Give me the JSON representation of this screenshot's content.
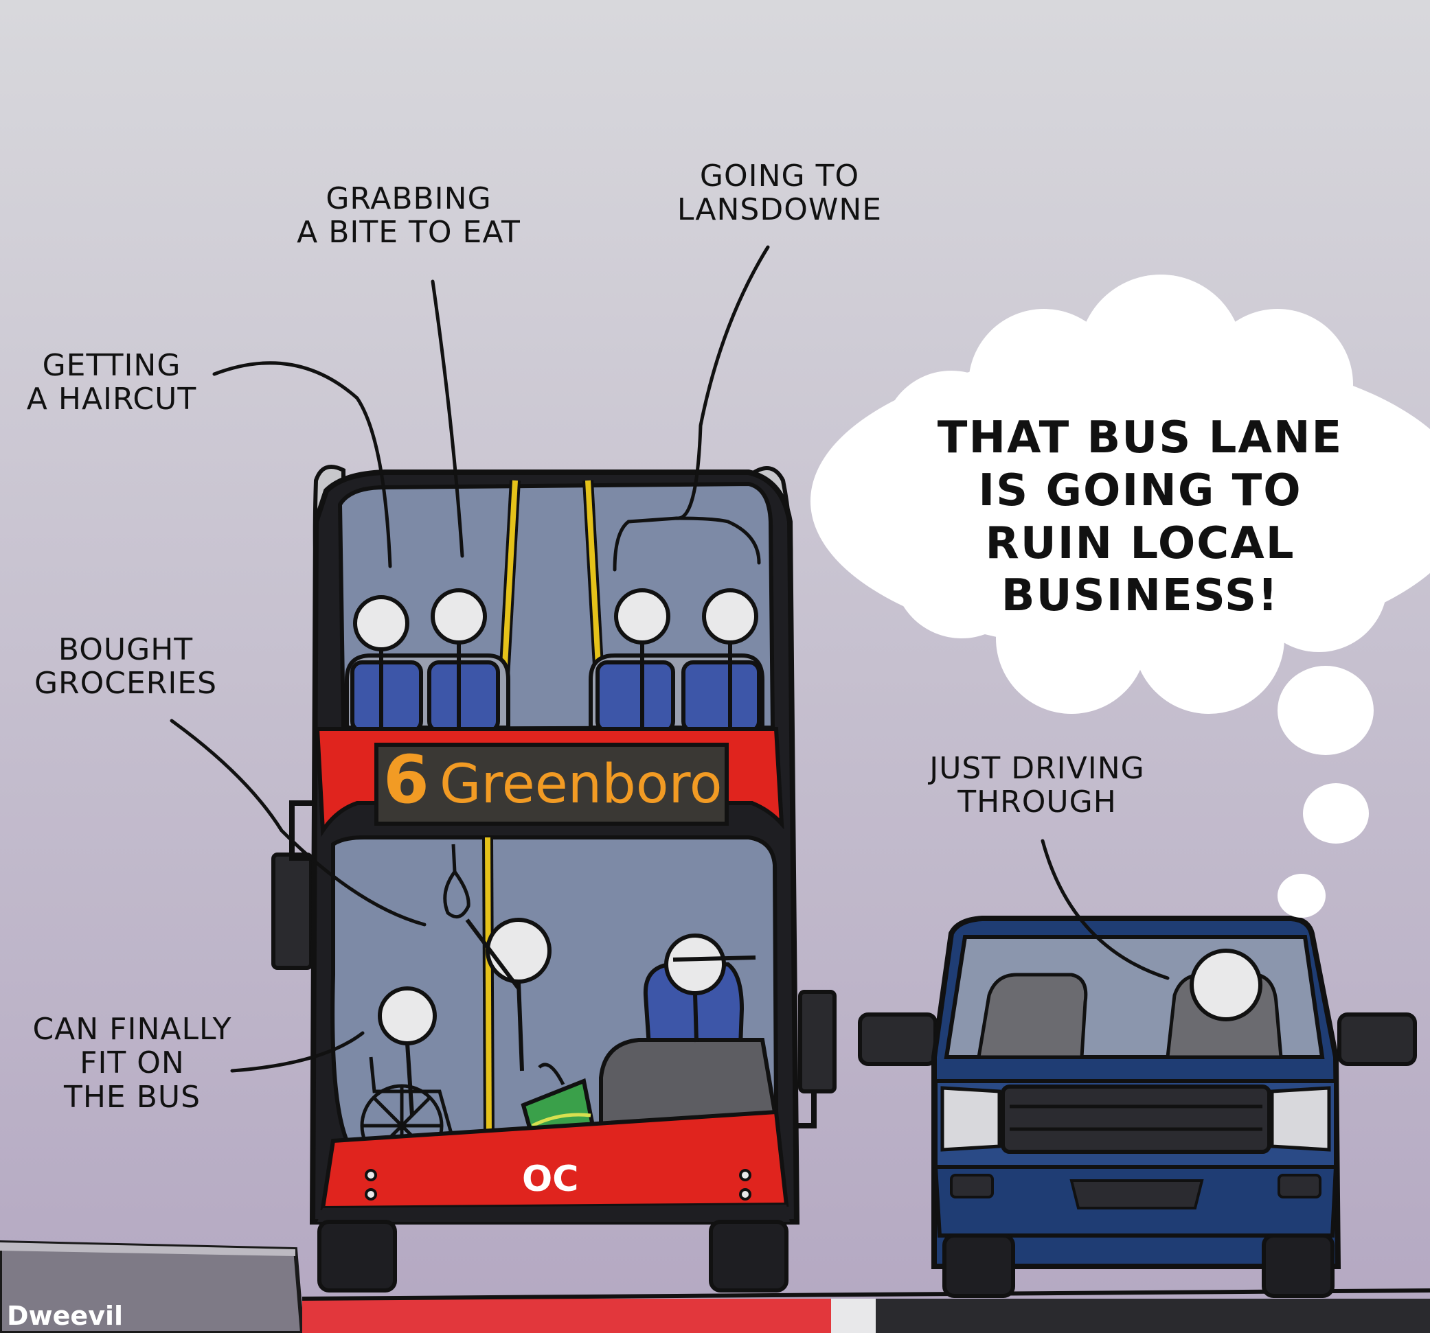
{
  "annotations": {
    "haircut": "GETTING\nA HAIRCUT",
    "bite": "GRABBING\nA BITE TO EAT",
    "lansdowne": "GOING TO\nLANSDOWNE",
    "groceries": "BOUGHT\nGROCERIES",
    "fit": "CAN FINALLY\nFIT ON\nTHE BUS",
    "driving": "JUST DRIVING\nTHROUGH"
  },
  "thought_bubble": "THAT BUS LANE\nIS GOING TO\nRUIN LOCAL\nBUSINESS!",
  "bus_sign": {
    "route": "6",
    "destination": "Greenboro"
  },
  "bus_logo": "OC",
  "signature": "Dweevil",
  "colors": {
    "sky_top": "#d6d6da",
    "sky_bottom": "#b4a9c0",
    "bus_red": "#e0241e",
    "bus_black": "#1e1e22",
    "window": "#7d8aa6",
    "seat_blue": "#3d56a8",
    "pole_yellow": "#e5c21a",
    "car_blue": "#1f3d74",
    "sign_orange": "#f29b24",
    "bag_green": "#3aa04a",
    "bus_lane_red": "#e2373c"
  }
}
